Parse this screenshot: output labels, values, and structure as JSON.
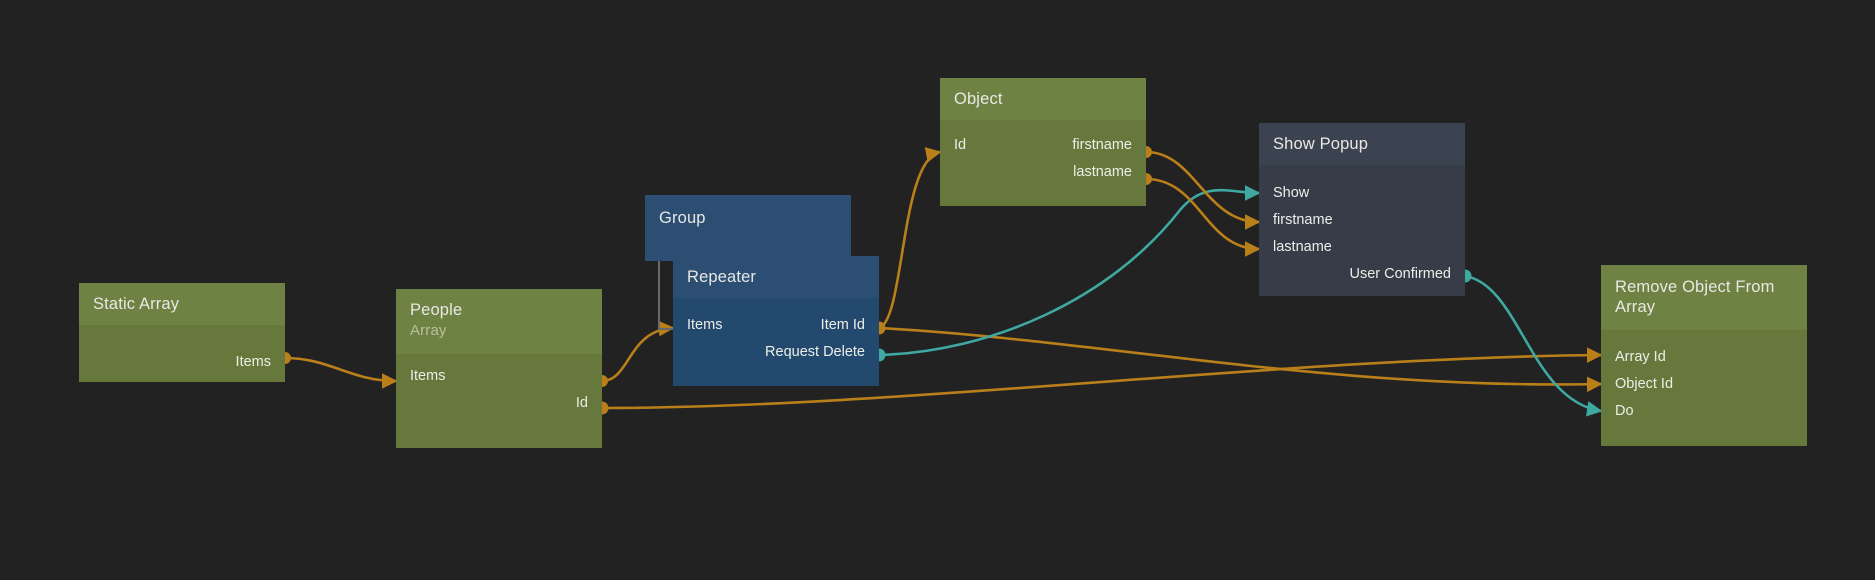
{
  "canvas": {
    "background": "#222222",
    "edge_data_color": "#b9801a",
    "edge_signal_color": "#3fa8a0"
  },
  "nodes": [
    {
      "id": "static-array",
      "title": "Static Array",
      "subtitle": "",
      "kind": "green",
      "inputs": [],
      "outputs": [
        "Items"
      ]
    },
    {
      "id": "people",
      "title": "People",
      "subtitle": "Array",
      "kind": "green",
      "inputs": [
        "Items"
      ],
      "outputs": [
        "Id"
      ]
    },
    {
      "id": "group",
      "title": "Group",
      "subtitle": "",
      "kind": "blue",
      "inputs": [],
      "outputs": []
    },
    {
      "id": "repeater",
      "title": "Repeater",
      "subtitle": "",
      "kind": "blue",
      "inputs": [
        "Items"
      ],
      "outputs": [
        "Item Id",
        "Request Delete"
      ]
    },
    {
      "id": "object",
      "title": "Object",
      "subtitle": "",
      "kind": "green",
      "inputs": [
        "Id"
      ],
      "outputs": [
        "firstname",
        "lastname"
      ]
    },
    {
      "id": "show-popup",
      "title": "Show Popup",
      "subtitle": "",
      "kind": "dark",
      "inputs": [
        "Show",
        "firstname",
        "lastname"
      ],
      "outputs": [
        "User Confirmed"
      ]
    },
    {
      "id": "remove-object-from-array",
      "title": "Remove Object From Array",
      "subtitle": "",
      "kind": "green",
      "inputs": [
        "Array Id",
        "Object Id",
        "Do"
      ],
      "outputs": []
    }
  ],
  "ports": {
    "static_array": {
      "items_out": "Items"
    },
    "people": {
      "items_in": "Items",
      "items_out": "Items",
      "id_out": "Id"
    },
    "repeater": {
      "items_in": "Items",
      "item_id_out": "Item Id",
      "request_delete_out": "Request Delete"
    },
    "object": {
      "id_in": "Id",
      "firstname_out": "firstname",
      "lastname_out": "lastname"
    },
    "show_popup": {
      "show_in": "Show",
      "firstname_in": "firstname",
      "lastname_in": "lastname",
      "user_confirmed_out": "User Confirmed"
    },
    "remove_object": {
      "array_id_in": "Array Id",
      "object_id_in": "Object Id",
      "do_in": "Do"
    }
  },
  "edges": [
    {
      "from": "static-array.Items",
      "to": "people.Items",
      "type": "data"
    },
    {
      "from": "people.Items",
      "to": "repeater.Items",
      "type": "data"
    },
    {
      "from": "repeater.Item Id",
      "to": "object.Id",
      "type": "data"
    },
    {
      "from": "repeater.Item Id",
      "to": "remove-object-from-array.Object Id",
      "type": "data"
    },
    {
      "from": "repeater.Request Delete",
      "to": "show-popup.Show",
      "type": "signal"
    },
    {
      "from": "object.firstname",
      "to": "show-popup.firstname",
      "type": "data"
    },
    {
      "from": "object.lastname",
      "to": "show-popup.lastname",
      "type": "data"
    },
    {
      "from": "people.Id",
      "to": "remove-object-from-array.Array Id",
      "type": "data"
    },
    {
      "from": "show-popup.User Confirmed",
      "to": "remove-object-from-array.Do",
      "type": "signal"
    }
  ]
}
